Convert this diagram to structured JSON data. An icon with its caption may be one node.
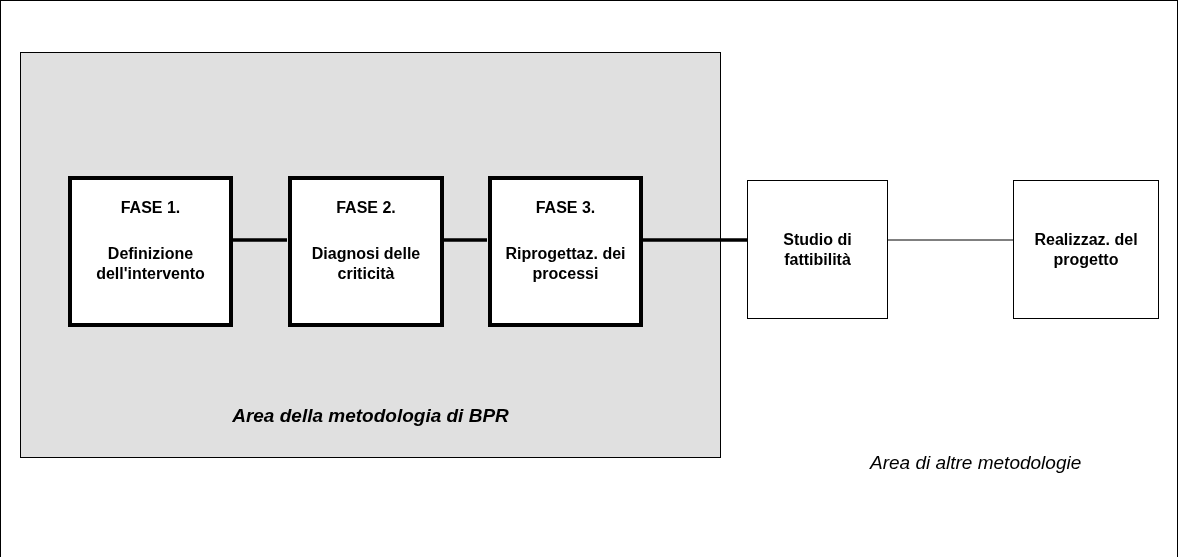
{
  "diagram": {
    "nodes": [
      {
        "text": [
          "Area della metodologia di BPR"
        ]
      },
      {
        "text": [
          "FASE 1.",
          "Definizione dell'intervento"
        ],
        "in": 0
      },
      {
        "text": [
          "FASE 2.",
          "Diagnosi delle criticità"
        ],
        "in": 0
      },
      {
        "text": [
          "FASE 3.",
          "Riprogettaz. dei processi"
        ],
        "in": 0
      },
      {
        "text": [
          "Studio di fattibilità"
        ]
      },
      {
        "text": [
          "Realizzaz. del progetto"
        ]
      }
    ],
    "edges": [
      {
        "from": 1,
        "to": 2,
        "arrow": "none"
      },
      {
        "from": 2,
        "to": 3,
        "arrow": "none"
      },
      {
        "from": 3,
        "to": 4,
        "arrow": "none"
      },
      {
        "from": 4,
        "to": 5,
        "arrow": "none"
      }
    ],
    "labels": [
      "Area di altre metodologie"
    ]
  }
}
